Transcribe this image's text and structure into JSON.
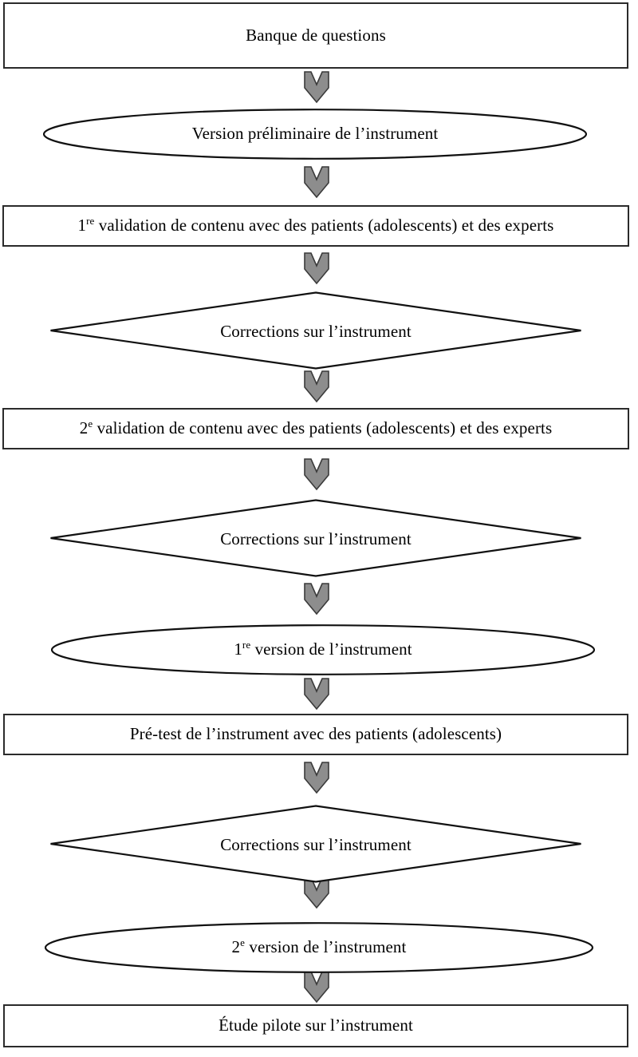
{
  "diagram": {
    "title": "Processus de développement et validation de l'instrument",
    "language": "fr",
    "colors": {
      "shape_stroke": "#111111",
      "rect_stroke": "#2b2b2b",
      "shape_fill": "#ffffff",
      "arrow_fill": "#8d8d8d",
      "arrow_stroke": "#3a3a3a",
      "text": "#000000",
      "background": "#ffffff"
    },
    "nodes": [
      {
        "id": "n1",
        "shape": "rectangle",
        "text_prefix": "Banque de questions",
        "sup": "",
        "text_suffix": ""
      },
      {
        "id": "n2",
        "shape": "ellipse",
        "text_prefix": "Version préliminaire de l’instrument",
        "sup": "",
        "text_suffix": ""
      },
      {
        "id": "n3",
        "shape": "rectangle",
        "text_prefix": "1",
        "sup": "re",
        "text_suffix": " validation de contenu avec des patients (adolescents) et des experts"
      },
      {
        "id": "n4",
        "shape": "diamond",
        "text_prefix": "Corrections sur l’instrument",
        "sup": "",
        "text_suffix": ""
      },
      {
        "id": "n5",
        "shape": "rectangle",
        "text_prefix": "2",
        "sup": "e",
        "text_suffix": " validation de contenu avec des patients (adolescents) et des experts"
      },
      {
        "id": "n6",
        "shape": "diamond",
        "text_prefix": "Corrections sur l’instrument",
        "sup": "",
        "text_suffix": ""
      },
      {
        "id": "n7",
        "shape": "ellipse",
        "text_prefix": "1",
        "sup": "re",
        "text_suffix": " version de l’instrument"
      },
      {
        "id": "n8",
        "shape": "rectangle",
        "text_prefix": "Pré-test de l’instrument avec des patients (adolescents)",
        "sup": "",
        "text_suffix": ""
      },
      {
        "id": "n9",
        "shape": "diamond",
        "text_prefix": "Corrections sur l’instrument",
        "sup": "",
        "text_suffix": ""
      },
      {
        "id": "n10",
        "shape": "ellipse",
        "text_prefix": "2",
        "sup": "e",
        "text_suffix": " version de l’instrument"
      },
      {
        "id": "n11",
        "shape": "rectangle",
        "text_prefix": "Étude pilote sur l’instrument",
        "sup": "",
        "text_suffix": ""
      }
    ],
    "connectors": [
      {
        "id": "a1",
        "icon": "chevron-down-arrow",
        "from": "n1",
        "to": "n2"
      },
      {
        "id": "a2",
        "icon": "chevron-down-arrow",
        "from": "n2",
        "to": "n3"
      },
      {
        "id": "a3",
        "icon": "chevron-down-arrow",
        "from": "n3",
        "to": "n4"
      },
      {
        "id": "a4",
        "icon": "chevron-down-arrow",
        "from": "n4",
        "to": "n5"
      },
      {
        "id": "a5",
        "icon": "chevron-down-arrow",
        "from": "n5",
        "to": "n6"
      },
      {
        "id": "a6",
        "icon": "chevron-down-arrow",
        "from": "n6",
        "to": "n7"
      },
      {
        "id": "a7",
        "icon": "chevron-down-arrow",
        "from": "n7",
        "to": "n8"
      },
      {
        "id": "a8",
        "icon": "chevron-down-arrow",
        "from": "n8",
        "to": "n9"
      },
      {
        "id": "a9",
        "icon": "chevron-down-arrow",
        "from": "n9",
        "to": "n10"
      },
      {
        "id": "a10",
        "icon": "chevron-down-arrow",
        "from": "n10",
        "to": "n11"
      }
    ]
  }
}
